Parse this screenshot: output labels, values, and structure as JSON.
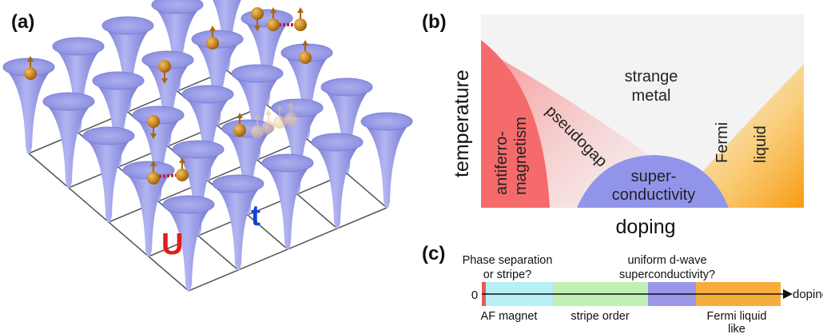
{
  "panel_a": {
    "label": "(a)",
    "symbol_u": "U",
    "symbol_t": "t",
    "colors": {
      "funnel": "#8c8fe0",
      "grid_line": "#555555",
      "electron": "#c98a1c",
      "bond": "#c0202a",
      "u_color": "#e21b1b",
      "t_color": "#1a3fd6"
    }
  },
  "panel_b": {
    "label": "(b)",
    "ylabel": "temperature",
    "xlabel": "doping",
    "regions": {
      "antiferromagnetism": [
        "antiferro-",
        "magnetism"
      ],
      "pseudogap": "pseudogap",
      "strange_metal": [
        "strange",
        "metal"
      ],
      "fermi_liquid": [
        "Fermi",
        "liquid"
      ],
      "superconductivity": [
        "super-",
        "conductivity"
      ]
    },
    "colors": {
      "af": "#f56b6b",
      "sc": "#9294ea",
      "fl": "#f9a320",
      "sm": "#f2f2f2"
    }
  },
  "panel_c": {
    "label": "(c)",
    "zero": "0",
    "axis_label": "doping",
    "top_labels": {
      "phase_sep": [
        "Phase separation",
        "or stripe?"
      ],
      "uniform_dwave": [
        "uniform d-wave",
        "superconductivity?"
      ]
    },
    "bottom_labels": {
      "af_magnet": "AF magnet",
      "stripe_order": "stripe order",
      "fermi_liquid": [
        "Fermi liquid",
        "like"
      ]
    },
    "segments": [
      {
        "name": "af",
        "color": "#e35b5b"
      },
      {
        "name": "phase-separation",
        "color": "#b6f0f5"
      },
      {
        "name": "stripe",
        "color": "#bff0b4"
      },
      {
        "name": "uniform-dwave",
        "color": "#9a97ea"
      },
      {
        "name": "fermi-liquid-like",
        "color": "#f7ad3c"
      }
    ]
  }
}
